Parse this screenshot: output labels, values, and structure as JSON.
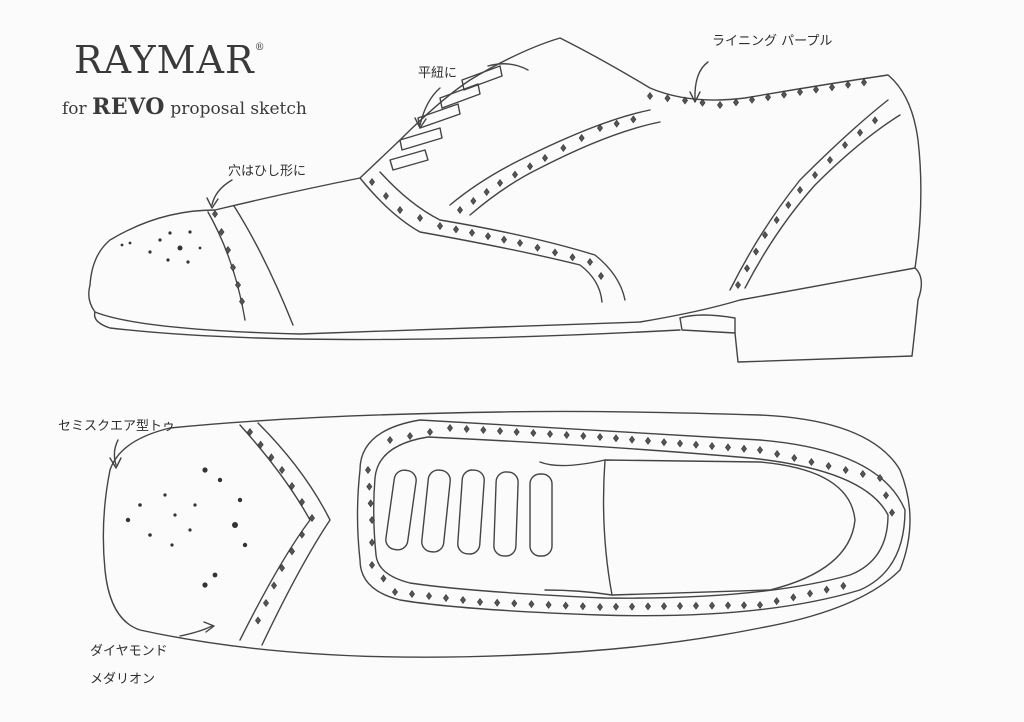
{
  "brand": {
    "name": "RAYMAR",
    "mark": "®",
    "sub_prefix": "for",
    "sub_brand": "REVO",
    "sub_suffix": "proposal sketch"
  },
  "annotations": {
    "lining": "ライニング パープル",
    "flat_laces": "平紐に",
    "holes": "穴はひし形に",
    "toe": "セミスクエア型トゥ",
    "medallion_1": "ダイヤモンド",
    "medallion_2": "メダリオン"
  }
}
